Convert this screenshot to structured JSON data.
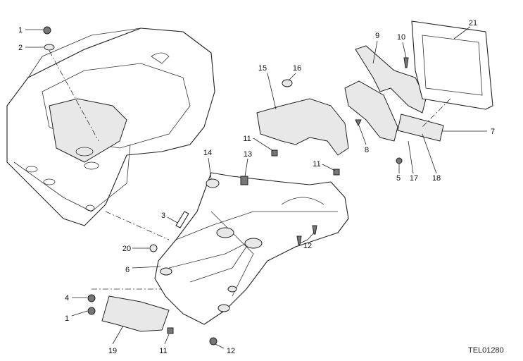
{
  "diagram": {
    "code": "TEL01280",
    "callouts": [
      "1",
      "2",
      "3",
      "4",
      "1",
      "5",
      "6",
      "7",
      "8",
      "9",
      "10",
      "11",
      "11",
      "11",
      "12",
      "12",
      "13",
      "14",
      "15",
      "16",
      "17",
      "18",
      "19",
      "20",
      "21"
    ]
  }
}
